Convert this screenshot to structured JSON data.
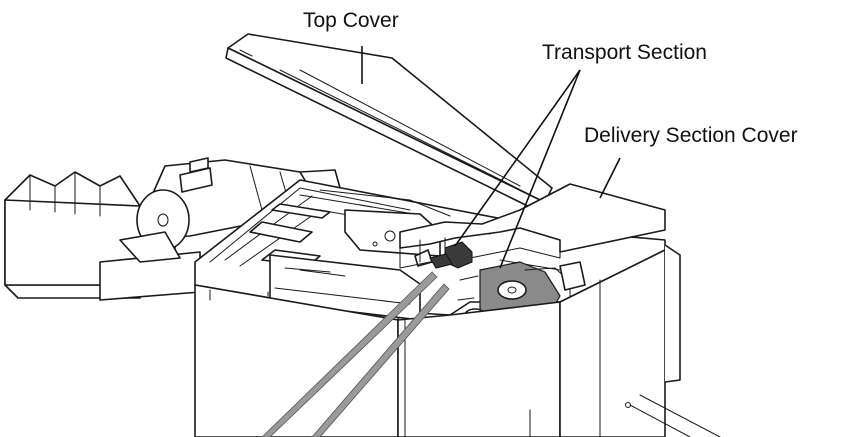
{
  "labels": {
    "top_cover": "Top Cover",
    "transport_section": "Transport Section",
    "delivery_section_cover": "Delivery Section Cover"
  },
  "colors": {
    "line": "#1a1a1a",
    "gray_fill": "#8a8a8a",
    "background": "#ffffff"
  }
}
